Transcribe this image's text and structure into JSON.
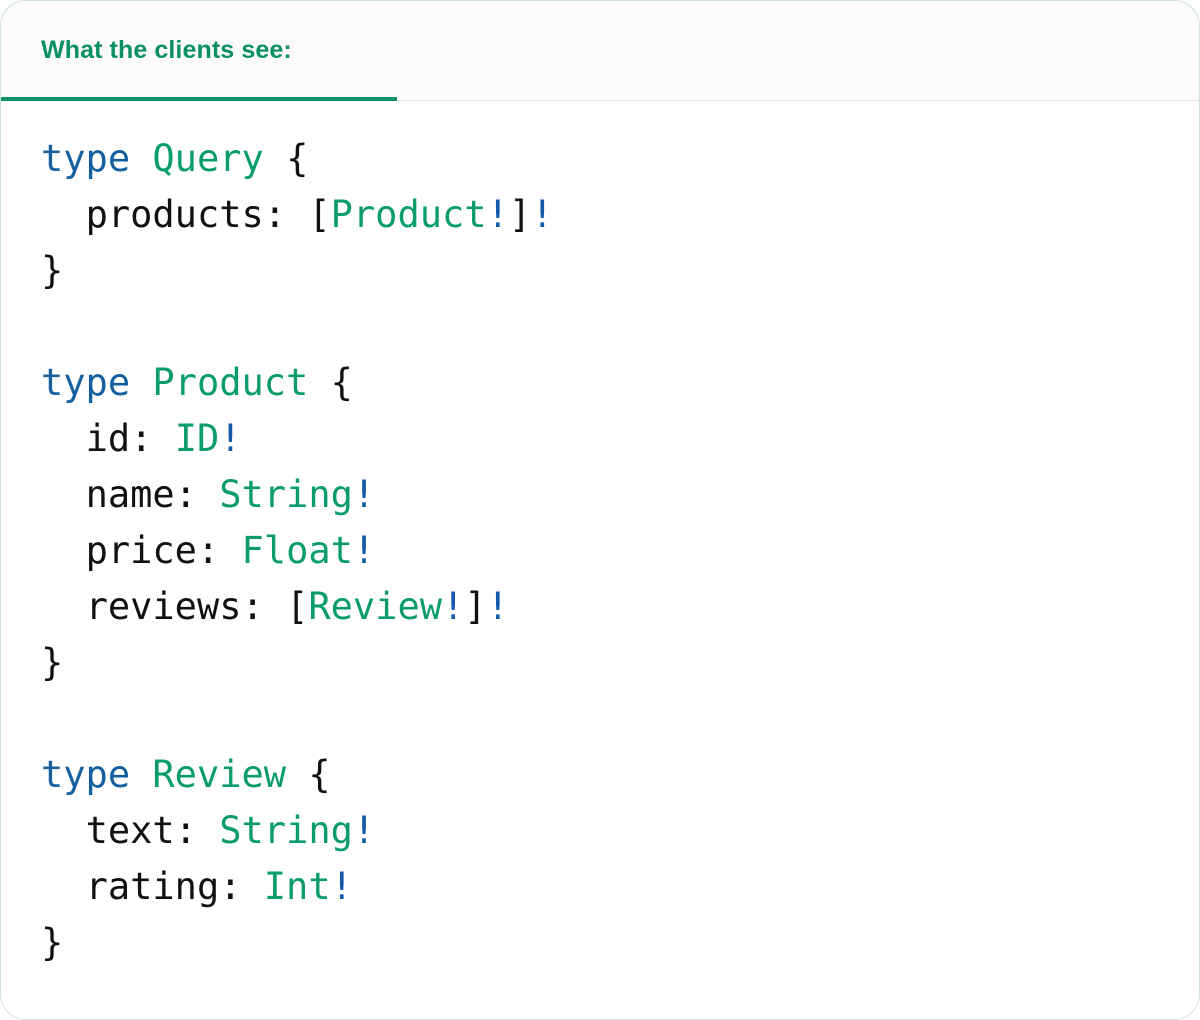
{
  "card": {
    "accent_color": "#0b9c6e",
    "keyword_color": "#15609f",
    "bang_color": "#1658a8",
    "text_color": "#111111",
    "header_bg": "#fbfbfb",
    "body_bg": "#ffffff",
    "border_color": "#e3e3e3"
  },
  "header": {
    "tab_label": "What the clients see:"
  },
  "code": {
    "language": "graphql",
    "lines": [
      {
        "indent": 0,
        "tokens": [
          {
            "text": "type",
            "kind": "keyword"
          },
          {
            "text": " ",
            "kind": "plain"
          },
          {
            "text": "Query",
            "kind": "type"
          },
          {
            "text": " ",
            "kind": "plain"
          },
          {
            "text": "{",
            "kind": "punctuation"
          }
        ]
      },
      {
        "indent": 2,
        "tokens": [
          {
            "text": "products",
            "kind": "field"
          },
          {
            "text": ": ",
            "kind": "punctuation"
          },
          {
            "text": "[",
            "kind": "punctuation"
          },
          {
            "text": "Product",
            "kind": "type"
          },
          {
            "text": "!",
            "kind": "bang"
          },
          {
            "text": "]",
            "kind": "punctuation"
          },
          {
            "text": "!",
            "kind": "bang"
          }
        ]
      },
      {
        "indent": 0,
        "tokens": [
          {
            "text": "}",
            "kind": "punctuation"
          }
        ]
      },
      {
        "indent": 0,
        "tokens": []
      },
      {
        "indent": 0,
        "tokens": [
          {
            "text": "type",
            "kind": "keyword"
          },
          {
            "text": " ",
            "kind": "plain"
          },
          {
            "text": "Product",
            "kind": "type"
          },
          {
            "text": " ",
            "kind": "plain"
          },
          {
            "text": "{",
            "kind": "punctuation"
          }
        ]
      },
      {
        "indent": 2,
        "tokens": [
          {
            "text": "id",
            "kind": "field"
          },
          {
            "text": ": ",
            "kind": "punctuation"
          },
          {
            "text": "ID",
            "kind": "type"
          },
          {
            "text": "!",
            "kind": "bang"
          }
        ]
      },
      {
        "indent": 2,
        "tokens": [
          {
            "text": "name",
            "kind": "field"
          },
          {
            "text": ": ",
            "kind": "punctuation"
          },
          {
            "text": "String",
            "kind": "type"
          },
          {
            "text": "!",
            "kind": "bang"
          }
        ]
      },
      {
        "indent": 2,
        "tokens": [
          {
            "text": "price",
            "kind": "field"
          },
          {
            "text": ": ",
            "kind": "punctuation"
          },
          {
            "text": "Float",
            "kind": "type"
          },
          {
            "text": "!",
            "kind": "bang"
          }
        ]
      },
      {
        "indent": 2,
        "tokens": [
          {
            "text": "reviews",
            "kind": "field"
          },
          {
            "text": ": ",
            "kind": "punctuation"
          },
          {
            "text": "[",
            "kind": "punctuation"
          },
          {
            "text": "Review",
            "kind": "type"
          },
          {
            "text": "!",
            "kind": "bang"
          },
          {
            "text": "]",
            "kind": "punctuation"
          },
          {
            "text": "!",
            "kind": "bang"
          }
        ]
      },
      {
        "indent": 0,
        "tokens": [
          {
            "text": "}",
            "kind": "punctuation"
          }
        ]
      },
      {
        "indent": 0,
        "tokens": []
      },
      {
        "indent": 0,
        "tokens": [
          {
            "text": "type",
            "kind": "keyword"
          },
          {
            "text": " ",
            "kind": "plain"
          },
          {
            "text": "Review",
            "kind": "type"
          },
          {
            "text": " ",
            "kind": "plain"
          },
          {
            "text": "{",
            "kind": "punctuation"
          }
        ]
      },
      {
        "indent": 2,
        "tokens": [
          {
            "text": "text",
            "kind": "field"
          },
          {
            "text": ": ",
            "kind": "punctuation"
          },
          {
            "text": "String",
            "kind": "type"
          },
          {
            "text": "!",
            "kind": "bang"
          }
        ]
      },
      {
        "indent": 2,
        "tokens": [
          {
            "text": "rating",
            "kind": "field"
          },
          {
            "text": ": ",
            "kind": "punctuation"
          },
          {
            "text": "Int",
            "kind": "type"
          },
          {
            "text": "!",
            "kind": "bang"
          }
        ]
      },
      {
        "indent": 0,
        "tokens": [
          {
            "text": "}",
            "kind": "punctuation"
          }
        ]
      }
    ]
  }
}
